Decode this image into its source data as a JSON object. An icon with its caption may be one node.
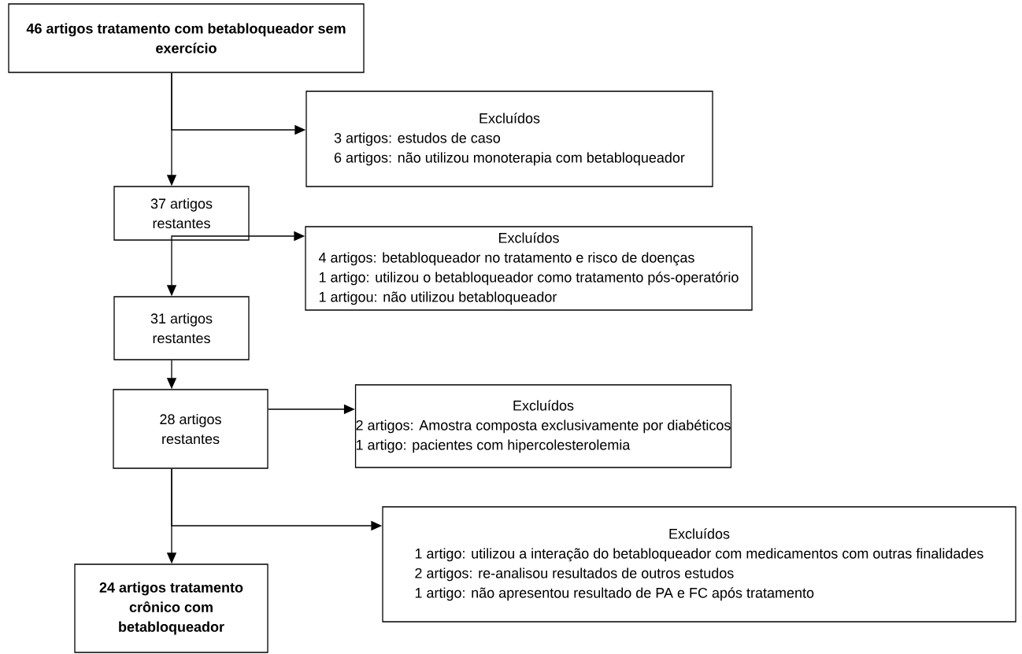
{
  "diagram": {
    "nodes": [
      {
        "text": [
          "46 artigos tratamento com betabloqueador sem exercício"
        ]
      },
      {
        "text": [
          "Excluídos",
          "3 artigos: estudos de caso",
          "6 artigos: não utilizou monoterapia com betabloqueador"
        ]
      },
      {
        "text": [
          "37 artigos restantes"
        ]
      },
      {
        "text": [
          "Excluídos",
          "4 artigos: betabloqueador no tratamento e risco de doenças",
          "1 artigo: utilizou o betabloqueador como tratamento pós-operatório",
          "1 artigou: não utilizou betabloqueador"
        ]
      },
      {
        "text": [
          "31 artigos restantes"
        ]
      },
      {
        "text": [
          "28 artigos restantes"
        ]
      },
      {
        "text": [
          "Excluídos",
          "2 artigos: Amostra composta exclusivamente  por diabéticos",
          "1 artigo: pacientes com hipercolesterolemia"
        ]
      },
      {
        "text": [
          "Excluídos",
          "1 artigo: utilizou a interação do betabloqueador com medicamentos com outras finalidades",
          "2 artigos: re-analisou resultados de outros estudos",
          "1 artigo: não apresentou resultado de PA e FC após tratamento"
        ]
      },
      {
        "text": [
          "24 artigos tratamento crônico com betabloqueador"
        ]
      }
    ],
    "edges": [
      {
        "from": 0,
        "to": 2,
        "arrow": "to"
      },
      {
        "from": 0,
        "to": 1,
        "arrow": "to"
      },
      {
        "from": 2,
        "to": 4,
        "arrow": "to"
      },
      {
        "from": 2,
        "to": 3,
        "arrow": "to"
      },
      {
        "from": 4,
        "to": 5,
        "arrow": "to"
      },
      {
        "from": 5,
        "to": 6,
        "arrow": "to"
      },
      {
        "from": 5,
        "to": 8,
        "arrow": "to"
      },
      {
        "from": 5,
        "to": 7,
        "arrow": "to"
      }
    ]
  }
}
